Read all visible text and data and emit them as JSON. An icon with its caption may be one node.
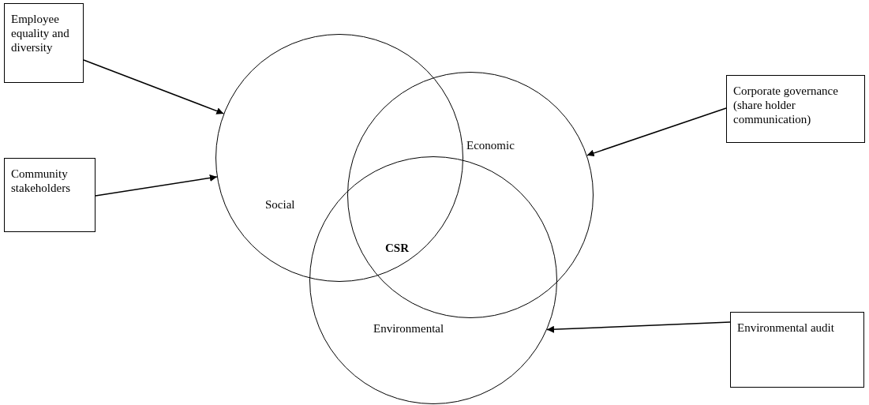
{
  "diagram": {
    "nodes": [
      {
        "text": [
          "Employee equality and diversity"
        ]
      },
      {
        "text": [
          "Community stakeholders"
        ]
      },
      {
        "text": [
          "Social"
        ]
      },
      {
        "text": [
          "Economic"
        ]
      },
      {
        "text": [
          "Environmental"
        ]
      },
      {
        "text": [
          "Corporate governance (share holder communication)"
        ]
      },
      {
        "text": [
          "Environmental audit"
        ]
      }
    ],
    "edges": [
      {
        "from": 0,
        "to": 2,
        "arrow": "to"
      },
      {
        "from": 1,
        "to": 2,
        "arrow": "to"
      },
      {
        "from": 5,
        "to": 3,
        "arrow": "to"
      },
      {
        "from": 6,
        "to": 4,
        "arrow": "to"
      }
    ],
    "labels": [
      "CSR"
    ]
  }
}
